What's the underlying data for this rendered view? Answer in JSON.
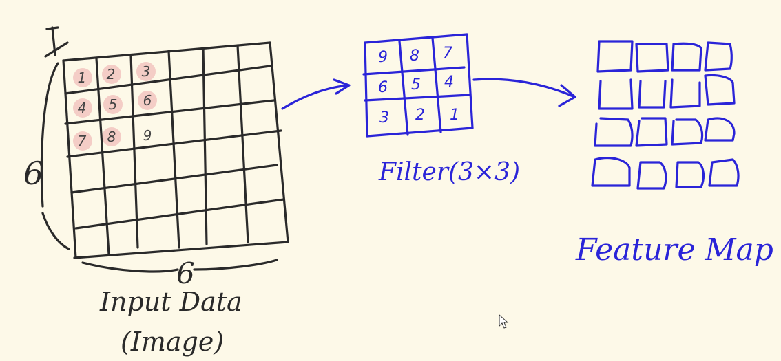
{
  "input": {
    "size_top": "1",
    "size_left": "6",
    "size_bottom": "6",
    "label_line1": "Input Data",
    "label_line2": "(Image)",
    "cells": [
      "1",
      "2",
      "3",
      "4",
      "5",
      "6",
      "7",
      "8",
      "9"
    ]
  },
  "filter": {
    "label": "Filter(3×3)",
    "cells": [
      "9",
      "8",
      "7",
      "6",
      "5",
      "4",
      "3",
      "2",
      "1"
    ]
  },
  "feature_map": {
    "label": "Feature Map"
  },
  "colors": {
    "black_ink": "#2a2a2a",
    "blue_ink": "#2a24d8",
    "highlight": "#f2c6bf",
    "background": "#fdf9e8"
  }
}
